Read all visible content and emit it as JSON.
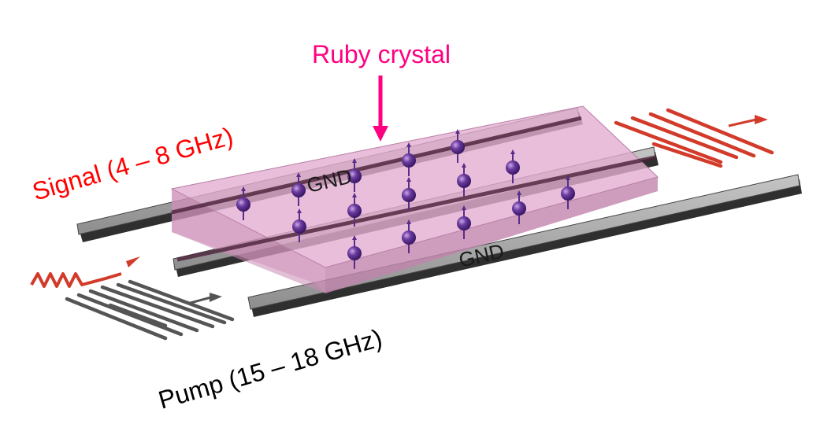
{
  "labels": {
    "crystal": "Ruby crystal",
    "signal": "Signal (4 – 8 GHz)",
    "pump": "Pump (15 – 18 GHz)",
    "gnd_top": "GND",
    "gnd_bottom": "GND"
  },
  "colors": {
    "crystal_label": "#ff0080",
    "signal_label": "#ff0000",
    "pump_label": "#000000",
    "crystal_fill": "#d99bc4",
    "strip_fill": "#a8a8a8",
    "strip_edge": "#3a3a3a",
    "spin": "#5a2d8a",
    "signal_wave": "#d23a2a",
    "pump_wave": "#555555"
  },
  "icons": {
    "crystal_pointer": "arrow-down-icon",
    "spin": "spin-sphere-icon",
    "signal_input": "sine-wave-arrow-icon",
    "signal_output": "wavefront-arrow-icon",
    "pump_input": "wavefront-arrow-icon"
  }
}
